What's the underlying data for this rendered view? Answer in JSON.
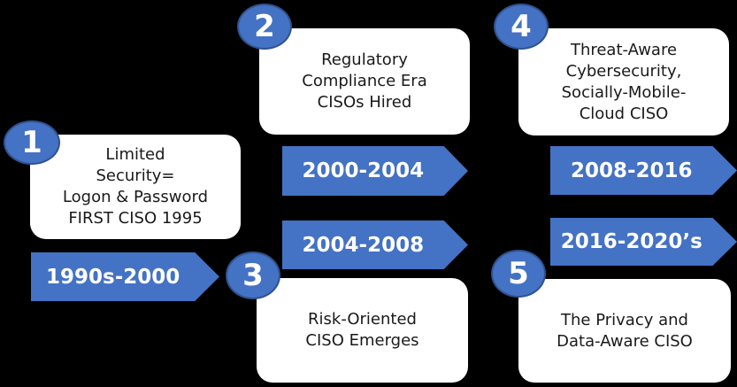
{
  "colors": {
    "background": "#000000",
    "accent_blue": "#4472c4",
    "badge_border": "#2f528f",
    "box_fill": "#ffffff",
    "box_text": "#1a1a1a"
  },
  "stages": [
    {
      "number": "1",
      "period": "1990s-2000",
      "description": "Limited\nSecurity=\nLogon & Password\nFIRST CISO 1995"
    },
    {
      "number": "2",
      "period": "2000-2004",
      "description": "Regulatory\nCompliance Era\nCISOs Hired"
    },
    {
      "number": "3",
      "period": "2004-2008",
      "description": "Risk-Oriented\nCISO Emerges"
    },
    {
      "number": "4",
      "period": "2008-2016",
      "description": "Threat-Aware\nCybersecurity,\nSocially-Mobile-\nCloud CISO"
    },
    {
      "number": "5",
      "period": "2016-2020’s",
      "description": "The Privacy and\nData-Aware CISO"
    }
  ]
}
